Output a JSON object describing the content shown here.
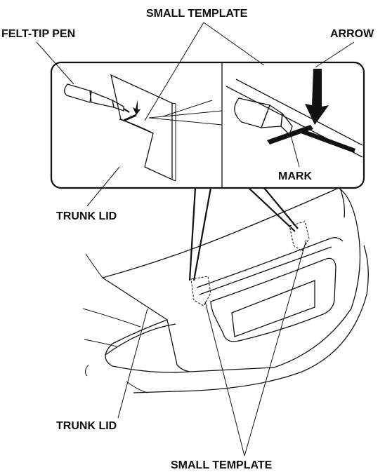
{
  "labels": {
    "small_template_top": "SMALL TEMPLATE",
    "felt_tip_pen": "FELT-TIP PEN",
    "arrow": "ARROW",
    "mark": "MARK",
    "trunk_lid_upper": "TRUNK LID",
    "trunk_lid_lower": "TRUNK LID",
    "small_template_bottom": "SMALL TEMPLATE"
  },
  "colors": {
    "line": "#111111",
    "background": "#ffffff"
  }
}
